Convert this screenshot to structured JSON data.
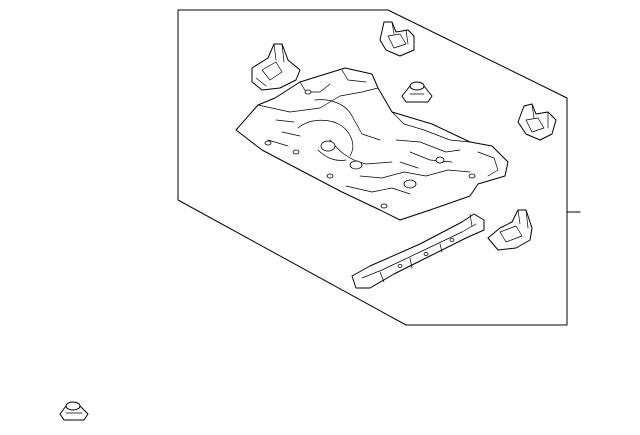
{
  "diagram": {
    "style": "line-art exploded parts view",
    "colors": {
      "line": "#000000",
      "background": "#ffffff"
    },
    "parts": [
      "floor-pan",
      "front-left-bracket",
      "rear-left-bracket",
      "rubber-mount",
      "rear-right-bracket",
      "side-rail-reinforcement",
      "right-floor-bracket",
      "loose-rubber-mount"
    ]
  }
}
